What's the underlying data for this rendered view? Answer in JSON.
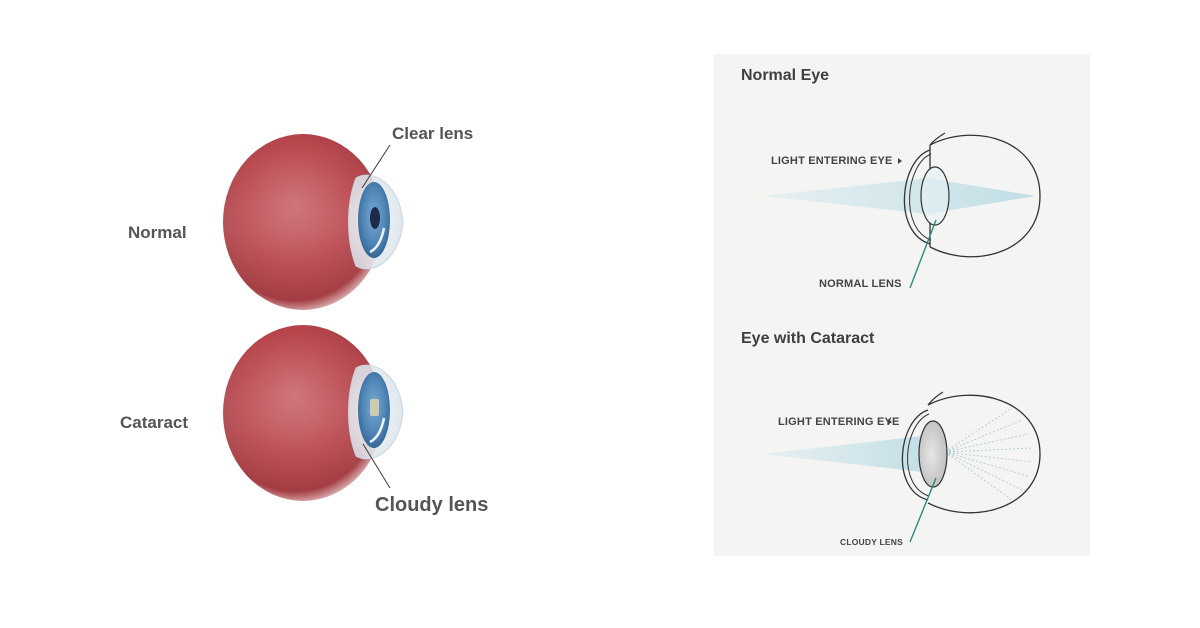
{
  "left_panel": {
    "normal_label": "Normal",
    "cataract_label": "Cataract",
    "clear_lens_label": "Clear lens",
    "cloudy_lens_label": "Cloudy lens"
  },
  "right_panel": {
    "normal_section": {
      "title": "Normal Eye",
      "light_label": "LIGHT ENTERING EYE",
      "lens_label": "NORMAL LENS"
    },
    "cataract_section": {
      "title": "Eye with Cataract",
      "light_label": "LIGHT ENTERING EYE",
      "lens_label": "CLOUDY LENS"
    }
  },
  "colors": {
    "eyeball_red": "#b8424a",
    "iris_blue": "#4a7fae",
    "panel_bg": "#f4f4f3",
    "pointer_teal": "#2b8a80",
    "light_beam": "#cfe6ec"
  }
}
